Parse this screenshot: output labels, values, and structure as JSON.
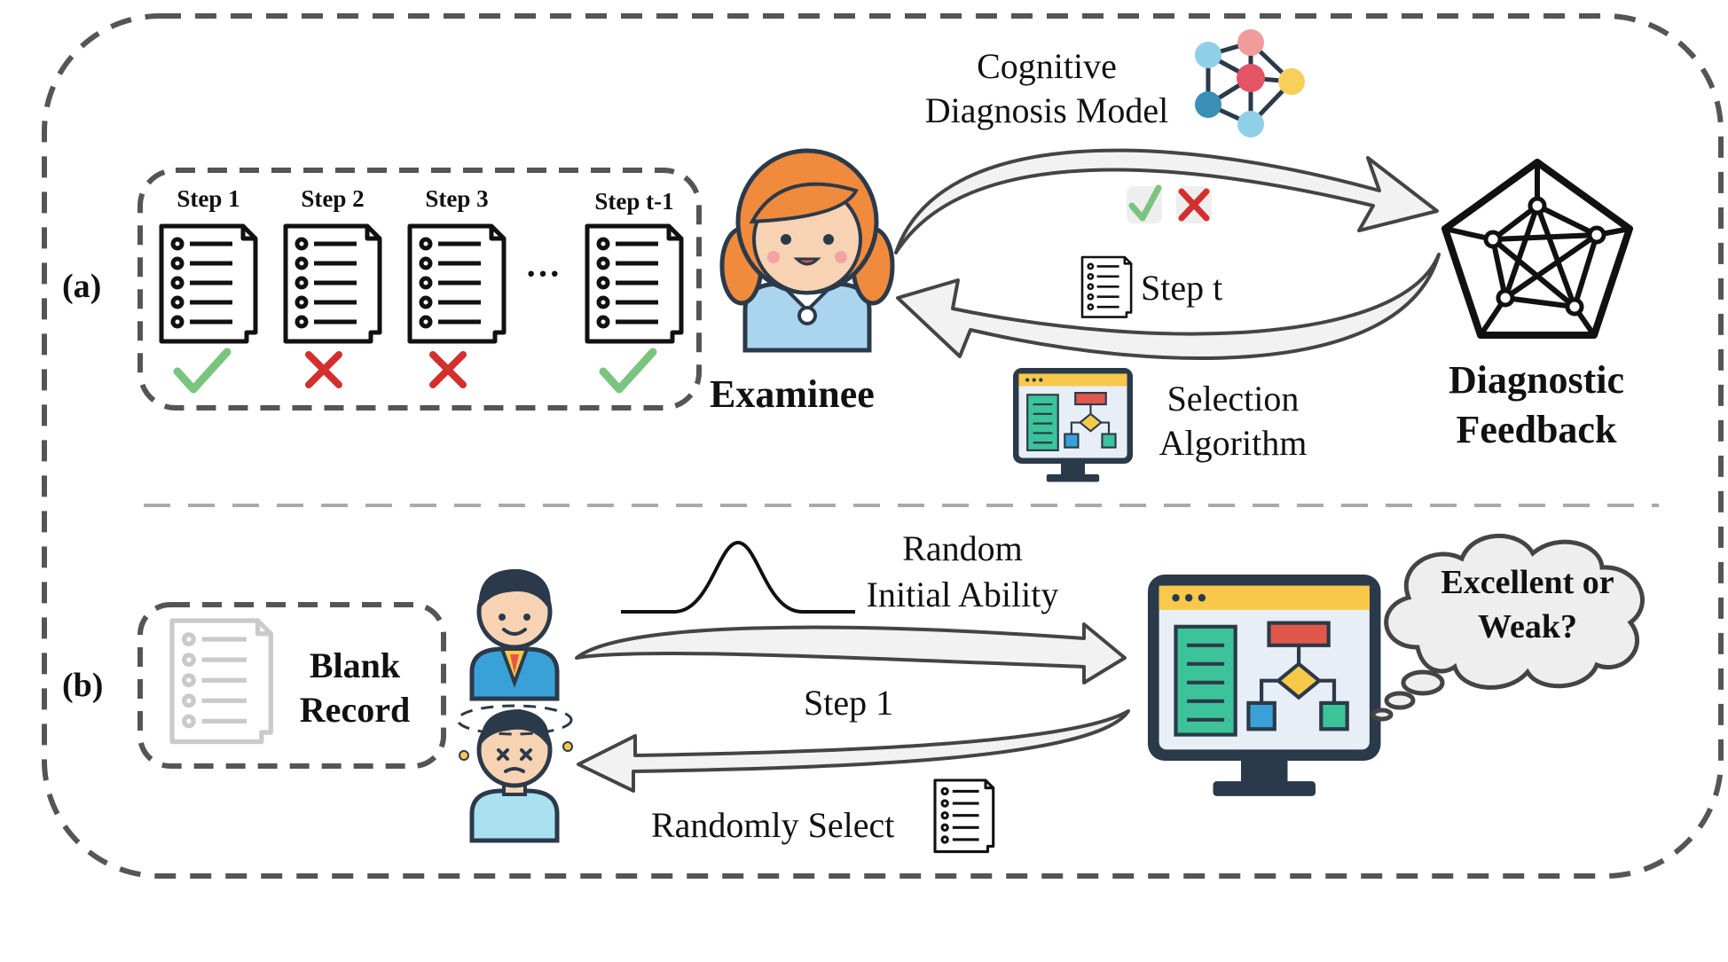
{
  "panel_a": {
    "label": "(a)",
    "steps": [
      {
        "label": "Step 1",
        "result": "correct"
      },
      {
        "label": "Step 2",
        "result": "wrong"
      },
      {
        "label": "Step 3",
        "result": "wrong"
      },
      {
        "label": "Step t-1",
        "result": "correct"
      }
    ],
    "ellipsis": "···",
    "examinee": "Examinee",
    "model_line1": "Cognitive",
    "model_line2": "Diagnosis Model",
    "step_t": "Step t",
    "algorithm_line1": "Selection",
    "algorithm_line2": "Algorithm",
    "feedback_line1": "Diagnostic",
    "feedback_line2": "Feedback"
  },
  "panel_b": {
    "label": "(b)",
    "blank_line1": "Blank",
    "blank_line2": "Record",
    "ability_line1": "Random",
    "ability_line2": "Initial Ability",
    "step_1": "Step 1",
    "randomly_select": "Randomly Select",
    "thought_line1": "Excellent or",
    "thought_line2": "Weak?"
  },
  "colors": {
    "correct": "#7ac47f",
    "wrong": "#d32f2f",
    "dash": "#555555",
    "arrow_fill": "#f2f2f2",
    "hair": "#f08a3c",
    "screen_frame": "#2b3a4a",
    "screen_bar": "#f7c84a",
    "screen_green": "#3cc39a",
    "screen_blue": "#3aa0d8",
    "screen_red": "#e2574c"
  }
}
